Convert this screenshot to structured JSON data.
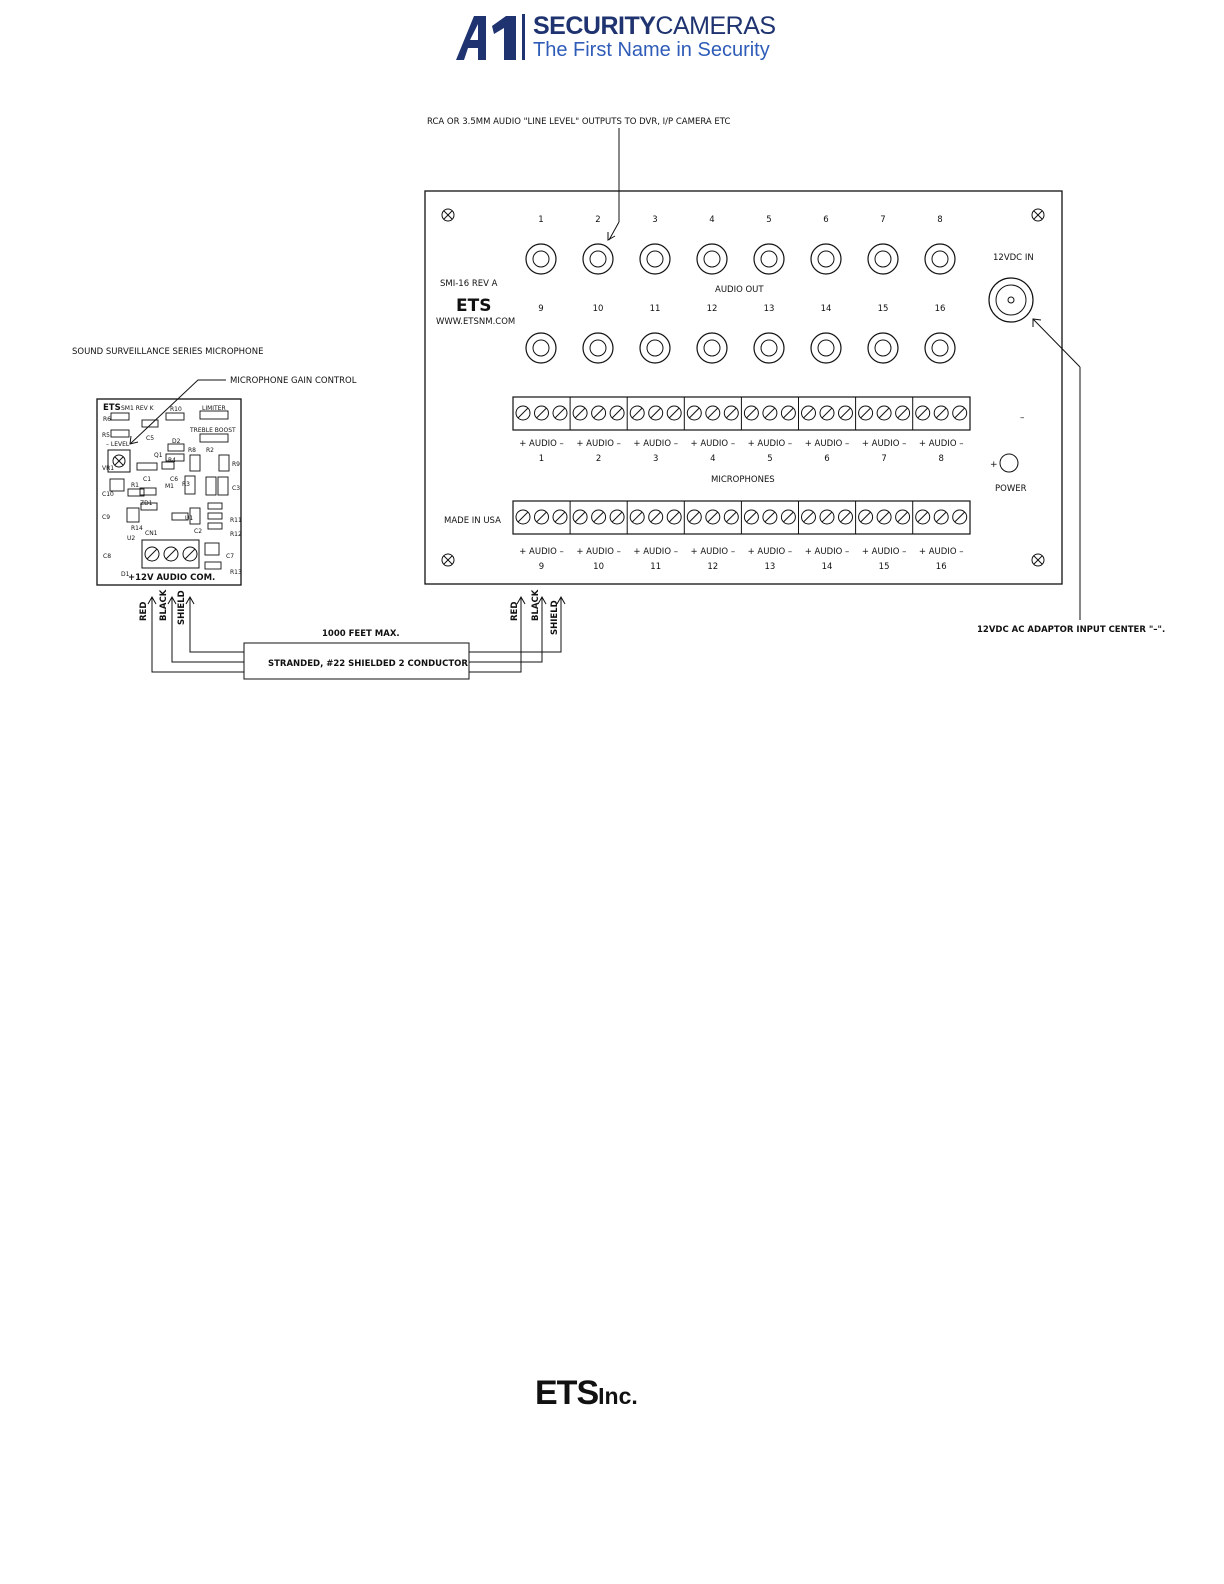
{
  "header": {
    "brand_bold": "SECURITY",
    "brand_light": "CAMERAS",
    "tagline": "The First Name in Security",
    "logo_mark": "A1"
  },
  "footer": {
    "brand": "ETS",
    "suffix": "Inc."
  },
  "diagram": {
    "top_note": "RCA OR 3.5MM AUDIO \"LINE LEVEL\"  OUTPUTS TO DVR,  I/P CAMERA ETC",
    "panel": {
      "model": "SMI-16    REV A",
      "brand": "ETS",
      "url": "WWW.ETSNM.COM",
      "audio_out_label": "AUDIO OUT",
      "power_in_label": "12VDC IN",
      "microphones_label": "MICROPHONES",
      "made_in": "MADE IN USA",
      "power_label": "POWER",
      "minus_label": "–",
      "plus_label": "+",
      "output_numbers_top": [
        "1",
        "2",
        "3",
        "4",
        "5",
        "6",
        "7",
        "8"
      ],
      "output_numbers_bottom": [
        "9",
        "10",
        "11",
        "12",
        "13",
        "14",
        "15",
        "16"
      ],
      "terminal_label": "+ AUDIO –",
      "mic_numbers_top": [
        "1",
        "2",
        "3",
        "4",
        "5",
        "6",
        "7",
        "8"
      ],
      "mic_numbers_bottom": [
        "9",
        "10",
        "11",
        "12",
        "13",
        "14",
        "15",
        "16"
      ]
    },
    "adaptor_note": "12VDC AC ADAPTOR INPUT CENTER \"–\".",
    "microphone": {
      "series_label": "SOUND SURVEILLANCE SERIES MICROPHONE",
      "gain_label": "MICROPHONE GAIN CONTROL",
      "board_brand": "ETS",
      "board_model": "SM1  REV K",
      "bottom_label": "+12V  AUDIO  COM.",
      "limiter": "LIMITER",
      "treble": "TREBLE BOOST",
      "level": "– LEVEL",
      "parts": [
        "R6",
        "R10",
        "R5",
        "C5",
        "D2",
        "Q1",
        "R4",
        "R8",
        "R2",
        "R9",
        "VR1",
        "C1",
        "C6",
        "M1",
        "R3",
        "C3",
        "C10",
        "R1",
        "ZD1",
        "C9",
        "R14",
        "U2",
        "U1",
        "C2",
        "R11",
        "R12",
        "CN1",
        "C8",
        "C7",
        "R13",
        "D1"
      ]
    },
    "cable": {
      "max_label": "1000 FEET MAX.",
      "type_label": "STRANDED, #22 SHIELDED 2 CONDUCTOR",
      "wires": [
        "RED",
        "BLACK",
        "SHIELD"
      ]
    }
  }
}
